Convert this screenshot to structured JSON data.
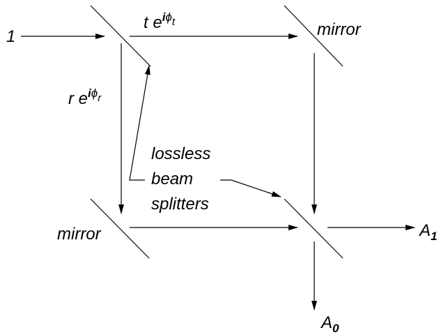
{
  "labels": {
    "input": "1",
    "transmit_t": "t e",
    "transmit_i": "i",
    "transmit_phi": "ϕ",
    "transmit_sub": "t",
    "reflect_r": "r e",
    "reflect_i": "i",
    "reflect_phi": "ϕ",
    "reflect_sub": "r",
    "mirror_top": "mirror",
    "mirror_bottom": "mirror",
    "splitter_line1": "lossless",
    "splitter_line2": "beam",
    "splitter_line3": "splitters",
    "output_right_A": "A",
    "output_right_sub": "1",
    "output_bottom_A": "A",
    "output_bottom_sub": "0"
  }
}
